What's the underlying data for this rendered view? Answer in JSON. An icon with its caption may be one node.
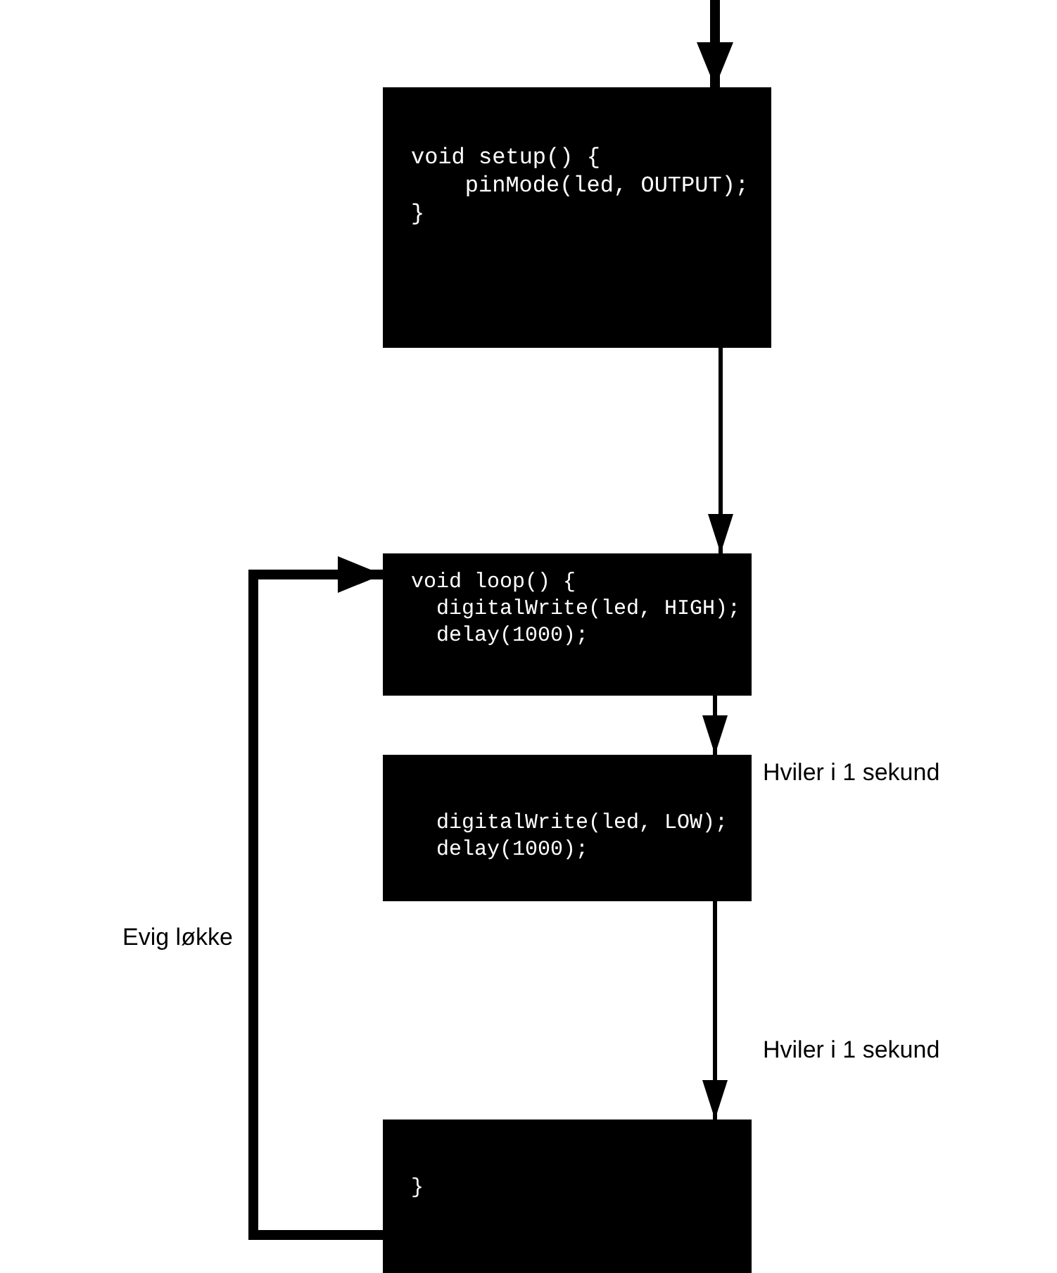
{
  "diagram": {
    "nodes": [
      {
        "text": [
          "void setup() {",
          "pinMode(led, OUTPUT);",
          "}"
        ]
      },
      {
        "text": [
          "void loop() {",
          "digitalWrite(led, HIGH);",
          "delay(1000);"
        ]
      },
      {
        "text": [
          "digitalWrite(led, LOW);",
          "delay(1000);"
        ]
      },
      {
        "text": [
          "}"
        ]
      }
    ],
    "edges": [
      {
        "from": null,
        "to": 0,
        "arrow": "to",
        "style": "thick"
      },
      {
        "from": 0,
        "to": 1,
        "arrow": "to"
      },
      {
        "from": 1,
        "to": 2,
        "arrow": "to",
        "label": "Hviler i 1 sekund"
      },
      {
        "from": 2,
        "to": 3,
        "arrow": "to",
        "label": "Hviler i 1 sekund"
      },
      {
        "from": 3,
        "to": 1,
        "arrow": "to",
        "style": "thick",
        "label": "Evig løkke"
      }
    ]
  }
}
